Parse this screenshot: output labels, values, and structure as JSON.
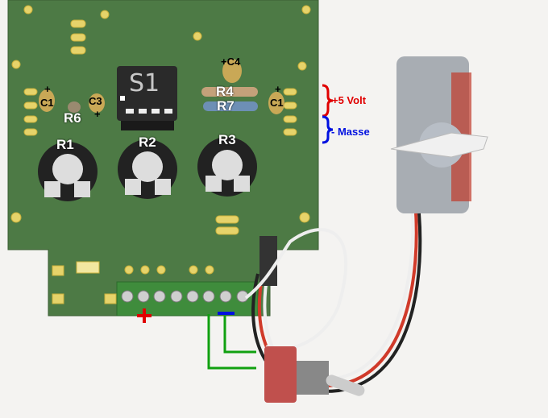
{
  "labels": {
    "c4": "+C4",
    "r4": "R4",
    "r7": "R7",
    "c1_left": "C1",
    "c1_left_plus": "+",
    "r6": "R6",
    "c3": "C3",
    "c3_plus": "+",
    "c1_right": "C1",
    "c1_right_plus": "+",
    "r1": "R1",
    "r2": "R2",
    "r3": "R3",
    "chip": "S1"
  },
  "annotations": {
    "plus5": "+5 Volt",
    "masse": "- Masse",
    "plus_color": "#e00000",
    "masse_color": "#0010e0",
    "wire_color": "#10a010"
  }
}
